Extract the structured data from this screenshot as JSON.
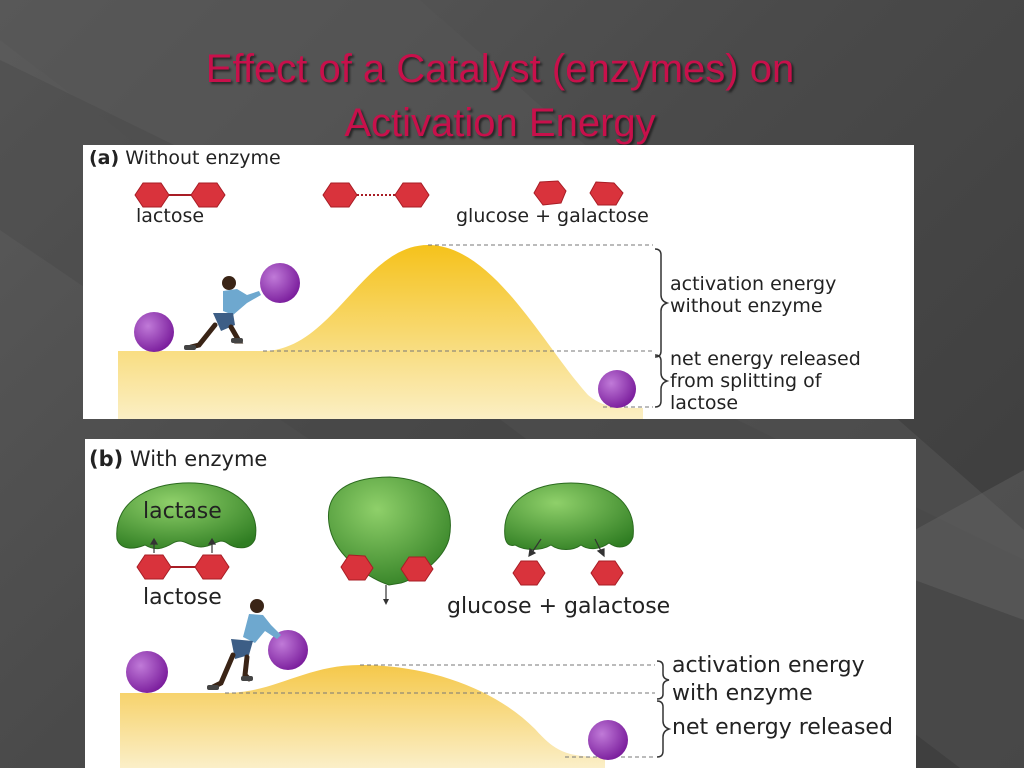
{
  "slide": {
    "title_line1": "Effect of a Catalyst (enzymes) on",
    "title_line2": "Activation Energy"
  },
  "panel_a": {
    "letter": "(a)",
    "heading": "Without enzyme",
    "lactose": "lactose",
    "products": "glucose + galactose",
    "activation_line1": "activation energy",
    "activation_line2": "without enzyme",
    "net_line1": "net energy released",
    "net_line2": "from splitting of",
    "net_line3": "lactose"
  },
  "panel_b": {
    "letter": "(b)",
    "heading": "With enzyme",
    "enzyme": "lactase",
    "lactose": "lactose",
    "products": "glucose + galactose",
    "activation_line1": "activation energy",
    "activation_line2": "with enzyme",
    "net": "net energy released"
  },
  "colors": {
    "title": "#c8104b",
    "hexagon": "#d9333c",
    "ball": "#8e2fae",
    "hill": "#f6c72a",
    "enzyme": "#4ea832"
  }
}
